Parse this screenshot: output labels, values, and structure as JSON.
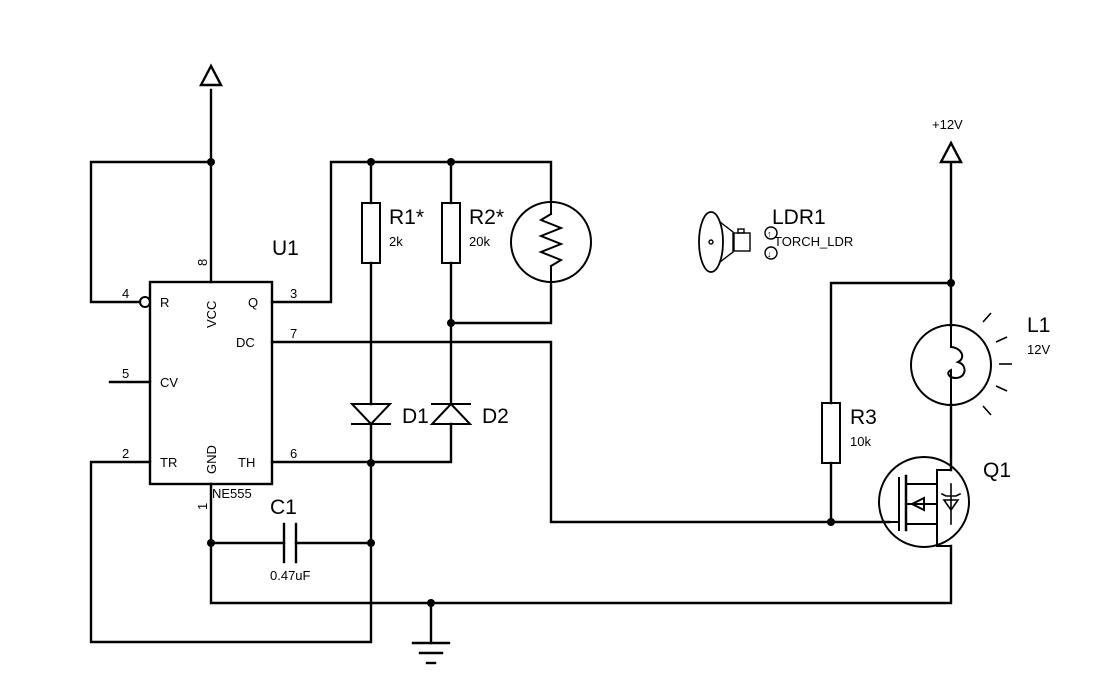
{
  "u1": {
    "ref": "U1",
    "part": "NE555",
    "pin_names": {
      "r": "R",
      "cv": "CV",
      "tr": "TR",
      "vcc": "VCC",
      "gnd": "GND",
      "q": "Q",
      "dc": "DC",
      "th": "TH"
    },
    "pin_numbers": {
      "p4": "4",
      "p5": "5",
      "p2": "2",
      "p8": "8",
      "p1": "1",
      "p3": "3",
      "p7": "7",
      "p6": "6"
    }
  },
  "r1": {
    "ref": "R1*",
    "value": "2k"
  },
  "r2": {
    "ref": "R2*",
    "value": "20k"
  },
  "r3": {
    "ref": "R3",
    "value": "10k"
  },
  "d1": {
    "ref": "D1"
  },
  "d2": {
    "ref": "D2"
  },
  "c1": {
    "ref": "C1",
    "value": "0.47uF"
  },
  "ldr1": {
    "ref": "LDR1",
    "value": "TORCH_LDR"
  },
  "l1": {
    "ref": "L1",
    "value": "12V"
  },
  "q1": {
    "ref": "Q1"
  },
  "supply": {
    "label": "+12V"
  }
}
